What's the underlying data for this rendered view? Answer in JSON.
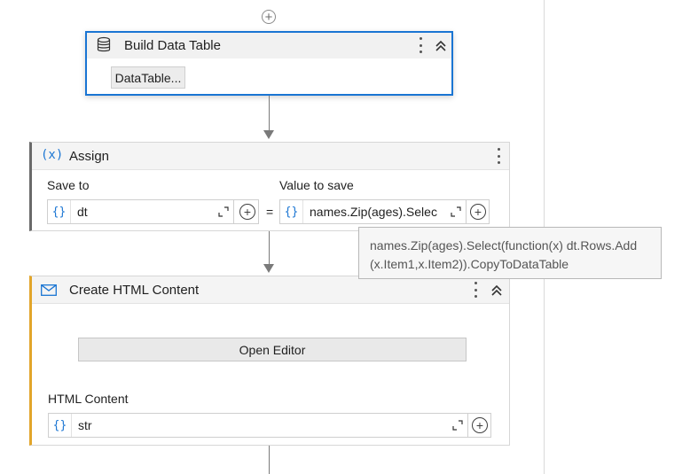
{
  "build_data_table": {
    "title": "Build Data Table",
    "button_label": "DataTable..."
  },
  "assign": {
    "title": "Assign",
    "icon_text": "(x)",
    "save_to_label": "Save to",
    "value_label": "Value to save",
    "save_to_value": "dt",
    "value_value": "names.Zip(ages).Selec",
    "equals": "="
  },
  "tooltip": {
    "line1": "names.Zip(ages).Select(function(x) dt.Rows.Add",
    "line2": "(x.Item1,x.Item2)).CopyToDataTable"
  },
  "create_html": {
    "title": "Create HTML Content",
    "open_editor_label": "Open Editor",
    "html_content_label": "HTML Content",
    "html_content_value": "str"
  },
  "icons": {
    "brace": "{}",
    "plus": "+"
  },
  "colors": {
    "accent_blue": "#1a75d3",
    "assign_bar": "#6a6a6a",
    "html_bar": "#e2a52a",
    "connector": "#7a7a7a"
  }
}
